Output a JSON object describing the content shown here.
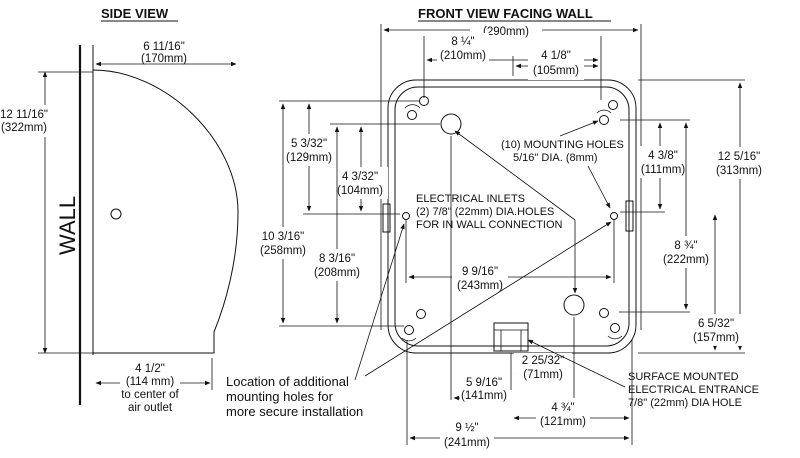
{
  "side_view": {
    "title": "SIDE VIEW",
    "wall_label": "WALL",
    "depth_in": "6 11/16\"",
    "depth_mm": "(170mm)",
    "height_in": "12 11/16\"",
    "height_mm": "(322mm)",
    "outlet_in": "4 1/2\"",
    "outlet_mm": "(114 mm)",
    "outlet_note_1": "to center of",
    "outlet_note_2": "air outlet"
  },
  "front_view": {
    "title": "FRONT VIEW FACING WALL",
    "top_width_mm": "(290mm)",
    "hole_span_in": "8 ¼\"",
    "hole_span_mm": "(210mm)",
    "inner_span_in": "4 1/8\"",
    "inner_span_mm": "(105mm)",
    "left_upper_in": "5 3/32\"",
    "left_upper_mm": "(129mm)",
    "left_mid_in": "4 3/32\"",
    "left_mid_mm": "(104mm)",
    "left_total_in": "10 3/16\"",
    "left_total_mm": "(258mm)",
    "left_lower_in": "8 3/16\"",
    "left_lower_mm": "(208mm)",
    "mounting_holes_1": "(10) MOUNTING HOLES",
    "mounting_holes_2": "5/16\" DIA. (8mm)",
    "right_upper_in": "4 3/8\"",
    "right_upper_mm": "(111mm)",
    "right_total_in": "12 5/16\"",
    "right_total_mm": "(313mm)",
    "right_mid_in": "8 ¾\"",
    "right_mid_mm": "(222mm)",
    "right_lower_in": "6 5/32\"",
    "right_lower_mm": "(157mm)",
    "inlets_1": "ELECTRICAL INLETS",
    "inlets_2": "(2) 7/8\" (22mm) DIA.HOLES",
    "inlets_3": "FOR IN WALL CONNECTION",
    "wide_span_in": "9 9/16\"",
    "wide_span_mm": "(243mm)",
    "entrance_offset_in": "2 25/32\"",
    "entrance_offset_mm": "(71mm)",
    "entrance_1": "SURFACE MOUNTED",
    "entrance_2": "ELECTRICAL ENTRANCE",
    "entrance_3": "7/8\" (22mm) DIA HOLE",
    "bottom_a_in": "5 9/16\"",
    "bottom_a_mm": "(141mm)",
    "bottom_b_in": "4 ¾\"",
    "bottom_b_mm": "(121mm)",
    "bottom_c_in": "9 ½\"",
    "bottom_c_mm": "(241mm)"
  },
  "additional_note": {
    "line1": "Location of additional",
    "line2": "mounting holes for",
    "line3": "more secure installation"
  }
}
